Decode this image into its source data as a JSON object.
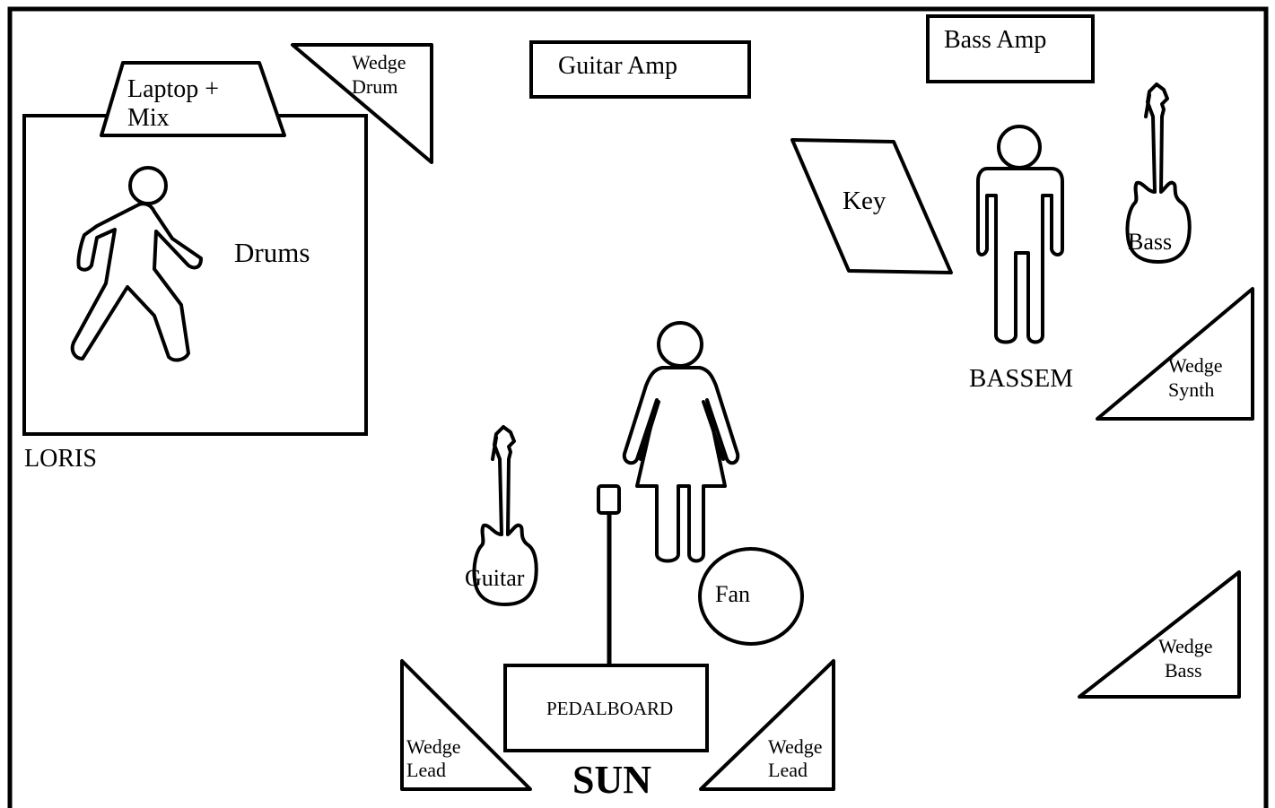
{
  "diagram": {
    "drums": {
      "label": "Drums",
      "musician": "LORIS",
      "laptop_label_line1": "Laptop +",
      "laptop_label_line2": "Mix"
    },
    "wedge_drum": {
      "line1": "Wedge",
      "line2": "Drum"
    },
    "guitar_amp": {
      "label": "Guitar Amp"
    },
    "bass_amp": {
      "label": "Bass Amp"
    },
    "key": {
      "label": "Key"
    },
    "bass_player": {
      "name": "BASSEM"
    },
    "bass_guitar": {
      "label": "Bass"
    },
    "wedge_synth": {
      "line1": "Wedge",
      "line2": "Synth"
    },
    "guitar": {
      "label": "Guitar"
    },
    "fan": {
      "label": "Fan"
    },
    "pedalboard": {
      "label": "PEDALBOARD"
    },
    "lead_player": {
      "name": "SUN"
    },
    "wedge_lead_left": {
      "line1": "Wedge",
      "line2": "Lead"
    },
    "wedge_lead_right": {
      "line1": "Wedge",
      "line2": "Lead"
    },
    "wedge_bass": {
      "line1": "Wedge",
      "line2": "Bass"
    }
  }
}
